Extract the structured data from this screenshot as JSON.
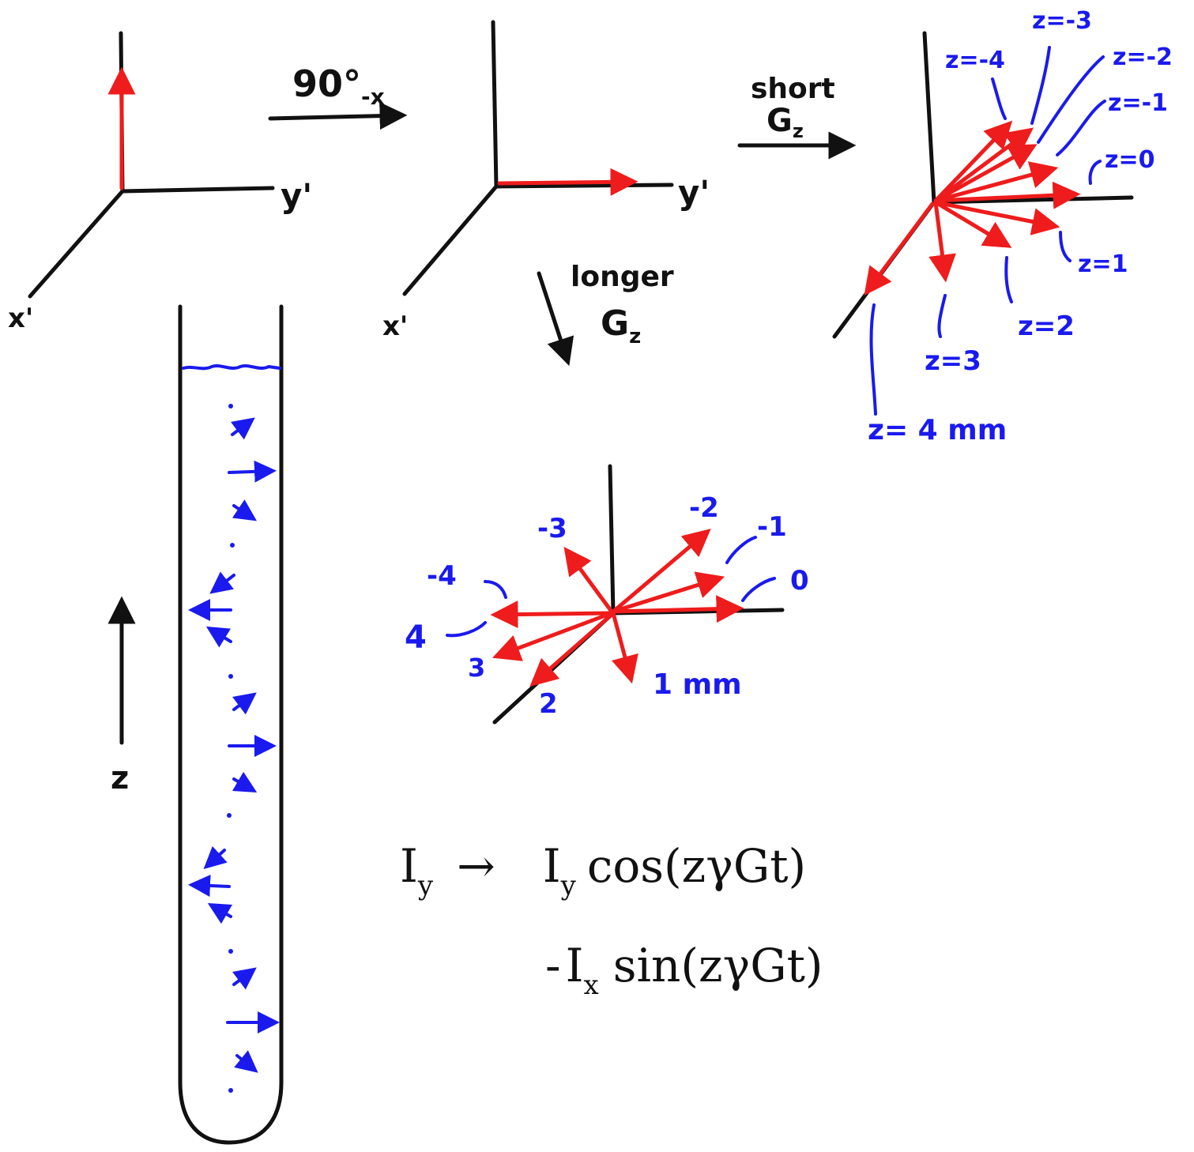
{
  "colors": {
    "ink": "#111111",
    "magnetization": "#ee1c1c",
    "annotation": "#1a1aee"
  },
  "axes": {
    "x_label": "x'",
    "y_label": "y'"
  },
  "pulse": {
    "label": "90°",
    "subscript": "-x"
  },
  "short_gradient": {
    "line1": "short",
    "line2": "G",
    "subscript": "z",
    "labels": {
      "zm4": "z=-4",
      "zm3": "z=-3",
      "zm2": "z=-2",
      "zm1": "z=-1",
      "z0": "z=0",
      "z1": "z=1",
      "z2": "z=2",
      "z3": "z=3",
      "z4": "z= 4 mm"
    }
  },
  "longer_gradient": {
    "line1": "longer",
    "line2": "G",
    "subscript": "z",
    "labels": {
      "m4": "-4",
      "m3": "-3",
      "m2": "-2",
      "m1": "-1",
      "p0": "0",
      "p1": "1 mm",
      "p2": "2",
      "p3": "3",
      "p4": "4"
    }
  },
  "tube": {
    "z_label": "z"
  },
  "equation": {
    "I": "I",
    "y": "y",
    "x": "x",
    "arrow": "→",
    "cos_term": "cos(zγGt)",
    "minus": "-",
    "sin_term": "sin(zγGt)"
  }
}
